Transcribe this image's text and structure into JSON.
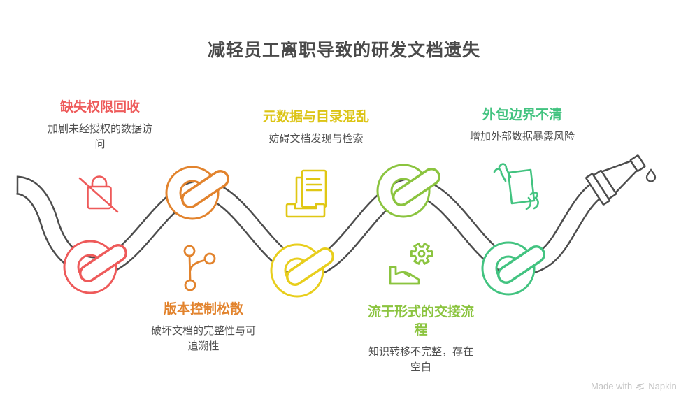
{
  "title": "减轻员工离职导致的研发文档遗失",
  "colors": {
    "red": "#EE5A5A",
    "yellow": "#DCC414",
    "green": "#42C380",
    "orange": "#E2832D",
    "light_green": "#8BC43F",
    "rope_outline": "#4D4D4D",
    "title_text": "#4A4A4A",
    "desc_text": "#4F4F4F",
    "footer_text": "#C4C4C4"
  },
  "sections": [
    {
      "id": "missing-permission-recovery",
      "color": "#EE5A5A",
      "row": "top",
      "icon": "lock-slash-icon",
      "title_lines": [
        "缺失权限回收"
      ],
      "desc_lines": [
        "加剧未经授权的数据访",
        "问"
      ]
    },
    {
      "id": "metadata-catalog-chaos",
      "color": "#DCC414",
      "row": "top",
      "icon": "document-tray-icon",
      "title_lines": [
        "元数据与目录混乱"
      ],
      "desc_lines": [
        "妨碍文档发现与检索"
      ]
    },
    {
      "id": "outsourcing-boundary-unclear",
      "color": "#42C380",
      "row": "top",
      "icon": "hands-document-icon",
      "title_lines": [
        "外包边界不清"
      ],
      "desc_lines": [
        "增加外部数据暴露风险"
      ]
    },
    {
      "id": "loose-version-control",
      "color": "#E2832D",
      "row": "bottom",
      "icon": "git-branch-icon",
      "title_lines": [
        "版本控制松散"
      ],
      "desc_lines": [
        "破坏文档的完整性与可",
        "追溯性"
      ]
    },
    {
      "id": "formalistic-handover",
      "color": "#8BC43F",
      "row": "bottom",
      "icon": "footstep-gear-icon",
      "title_lines": [
        "流于形式的交接流",
        "程"
      ],
      "desc_lines": [
        "知识转移不完整，存在",
        "空白"
      ]
    }
  ],
  "footer": {
    "made_with": "Made with",
    "brand": "Napkin"
  }
}
